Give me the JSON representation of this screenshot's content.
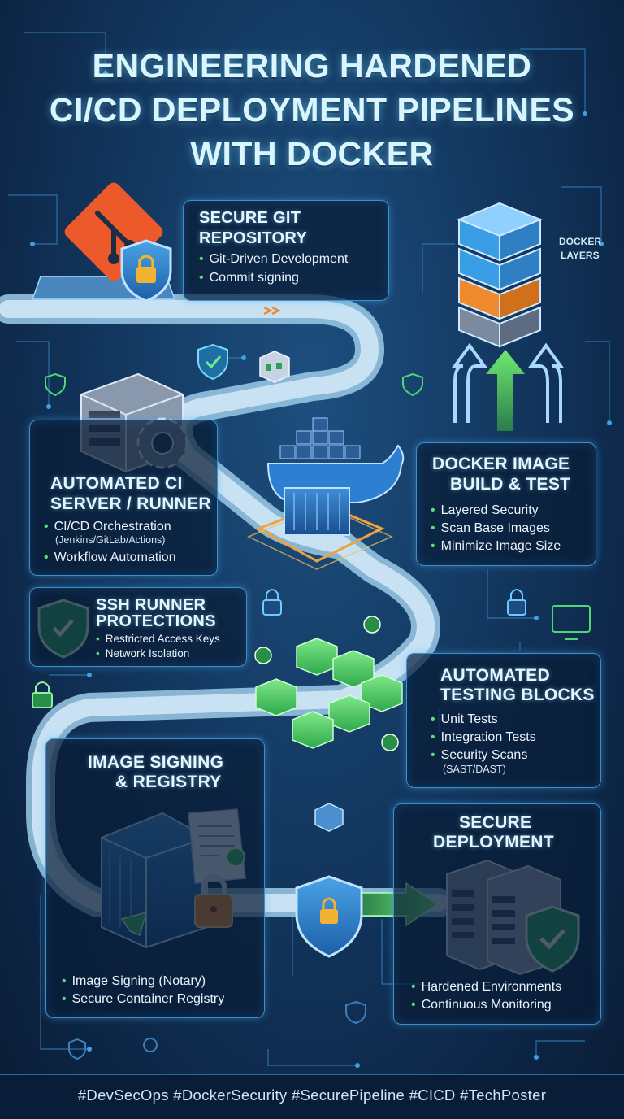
{
  "title": {
    "line1": "ENGINEERING HARDENED",
    "line2": "CI/CD DEPLOYMENT PIPELINES",
    "line3": "WITH DOCKER"
  },
  "sections": {
    "git": {
      "title1": "SECURE GIT",
      "title2": "REPOSITORY",
      "bullets": [
        "Git-Driven Development",
        "Commit signing"
      ]
    },
    "docker_layers": {
      "label1": "DOCKER",
      "label2": "LAYERS"
    },
    "ci": {
      "title1": "AUTOMATED CI",
      "title2": "SERVER / RUNNER",
      "bullets": [
        "CI/CD Orchestration",
        "Workflow Automation"
      ],
      "bullet1_sub": "(Jenkins/GitLab/Actions)"
    },
    "docker_build": {
      "title1": "DOCKER IMAGE",
      "title2": "BUILD & TEST",
      "bullets": [
        "Layered Security",
        "Scan Base Images",
        "Minimize Image Size"
      ]
    },
    "ssh": {
      "title1": "SSH RUNNER",
      "title2": "PROTECTIONS",
      "bullets": [
        "Restricted Access Keys",
        "Network Isolation"
      ]
    },
    "testing": {
      "title1": "AUTOMATED",
      "title2": "TESTING BLOCKS",
      "bullets": [
        "Unit Tests",
        "Integration Tests",
        "Security Scans"
      ],
      "bullet3_sub": "(SAST/DAST)"
    },
    "signing": {
      "title1": "IMAGE SIGNING",
      "title2": "& REGISTRY",
      "bullets": [
        "Image Signing (Notary)",
        "Secure Container Registry"
      ]
    },
    "deploy": {
      "title1": "SECURE",
      "title2": "DEPLOYMENT",
      "bullets": [
        "Hardened Environments",
        "Continuous Monitoring"
      ]
    }
  },
  "footer": {
    "hashtags": "#DevSecOps #DockerSecurity #SecurePipeline #CICD #TechPoster"
  },
  "colors": {
    "accent": "#4fd1ff",
    "check_green": "#45d266",
    "git_orange": "#ec5a2c",
    "layer_orange": "#f08a2c",
    "background": "#143a63"
  },
  "icons": [
    "git-logo-icon",
    "shield-lock-icon",
    "server-icon",
    "gear-icon",
    "docker-whale-icon",
    "container-icon",
    "docker-layers-icon",
    "green-arrow-up-icon",
    "shield-check-icon",
    "lock-icon",
    "green-cubes-icon",
    "document-certificate-icon",
    "padlock-icon",
    "server-rack-icon",
    "right-arrow-icon"
  ]
}
